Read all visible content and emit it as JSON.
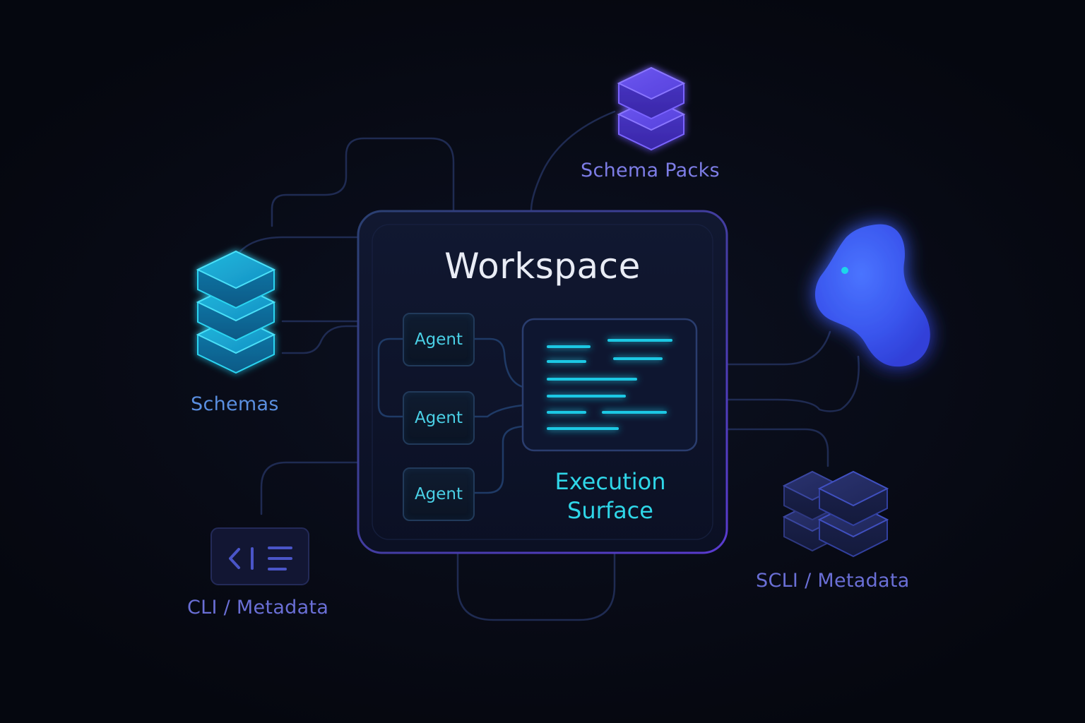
{
  "workspace": {
    "title": "Workspace",
    "agents": [
      "Agent",
      "Agent",
      "Agent"
    ],
    "execution_surface": {
      "line1": "Execution",
      "line2": "Surface"
    }
  },
  "nodes": {
    "schema_packs": {
      "label": "Schema Packs",
      "icon": "stacked-cubes-icon"
    },
    "schemas": {
      "label": "Schemas",
      "icon": "database-stack-icon"
    },
    "cli_metadata": {
      "label": "CLI / Metadata",
      "icon": "code-terminal-icon"
    },
    "scli_metadata": {
      "label": "SCLI / Metadata",
      "icon": "cube-cluster-icon"
    },
    "blob": {
      "icon": "blob-character-icon"
    }
  },
  "colors": {
    "background": "#070a14",
    "cyan_accent": "#2fd6e8",
    "violet_accent": "#6b5cf0",
    "blob_blue": "#3b5cf5",
    "connector": "#22305a"
  }
}
